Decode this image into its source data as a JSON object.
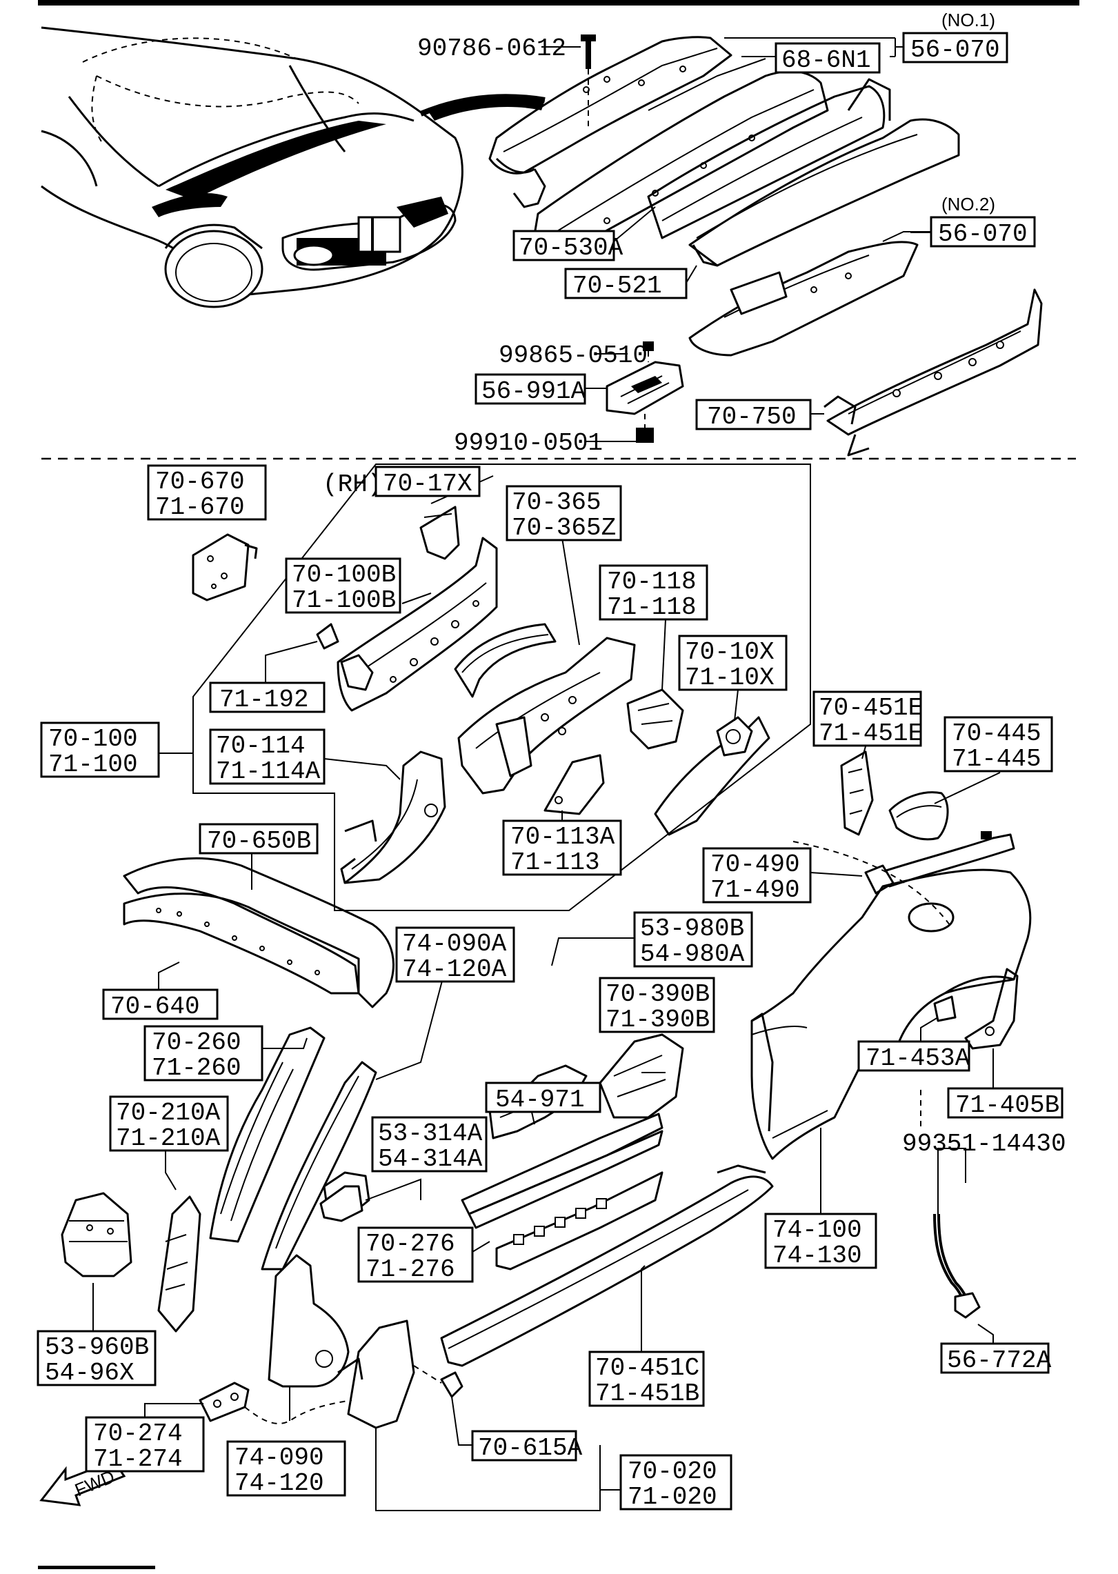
{
  "title_bar": "",
  "callouts": {
    "no1": "(NO.1)",
    "no2": "(NO.2)",
    "rh": "(RH)",
    "fwd": "FWD"
  },
  "bolts": {
    "b1": "90786-0612",
    "b2": "99865-0510",
    "b3": "99910-0501",
    "b4": "99351-14430"
  },
  "parts": {
    "p_56_070_a": "56-070",
    "p_68_6n1": "68-6N1",
    "p_70_530a": "70-530A",
    "p_70_521": "70-521",
    "p_56_070_b": "56-070",
    "p_56_991a": "56-991A",
    "p_70_750": "70-750",
    "p_70_670": [
      "70-670",
      "71-670"
    ],
    "p_70_17x": "70-17X",
    "p_70_365": [
      "70-365",
      "70-365Z"
    ],
    "p_70_100b": [
      "70-100B",
      "71-100B"
    ],
    "p_70_118": [
      "70-118",
      "71-118"
    ],
    "p_70_10x": [
      "70-10X",
      "71-10X"
    ],
    "p_71_192": "71-192",
    "p_70_100": [
      "70-100",
      "71-100"
    ],
    "p_70_114": [
      "70-114",
      "71-114A"
    ],
    "p_70_451e": [
      "70-451E",
      "71-451E"
    ],
    "p_70_445": [
      "70-445",
      "71-445"
    ],
    "p_70_113a": [
      "70-113A",
      "71-113"
    ],
    "p_70_650b": "70-650B",
    "p_70_490": [
      "70-490",
      "71-490"
    ],
    "p_74_090a": [
      "74-090A",
      "74-120A"
    ],
    "p_53_980b": [
      "53-980B",
      "54-980A"
    ],
    "p_70_640": "70-640",
    "p_70_390b": [
      "70-390B",
      "71-390B"
    ],
    "p_70_260": [
      "70-260",
      "71-260"
    ],
    "p_71_453a": "71-453A",
    "p_71_405b": "71-405B",
    "p_54_971": "54-971",
    "p_70_210a": [
      "70-210A",
      "71-210A"
    ],
    "p_53_314a": [
      "53-314A",
      "54-314A"
    ],
    "p_74_100": [
      "74-100",
      "74-130"
    ],
    "p_70_276": [
      "70-276",
      "71-276"
    ],
    "p_53_960b": [
      "53-960B",
      "54-96X"
    ],
    "p_56_772a": "56-772A",
    "p_70_451c": [
      "70-451C",
      "71-451B"
    ],
    "p_70_274": [
      "70-274",
      "71-274"
    ],
    "p_74_090": [
      "74-090",
      "74-120"
    ],
    "p_70_615a": "70-615A",
    "p_70_020": [
      "70-020",
      "71-020"
    ]
  }
}
